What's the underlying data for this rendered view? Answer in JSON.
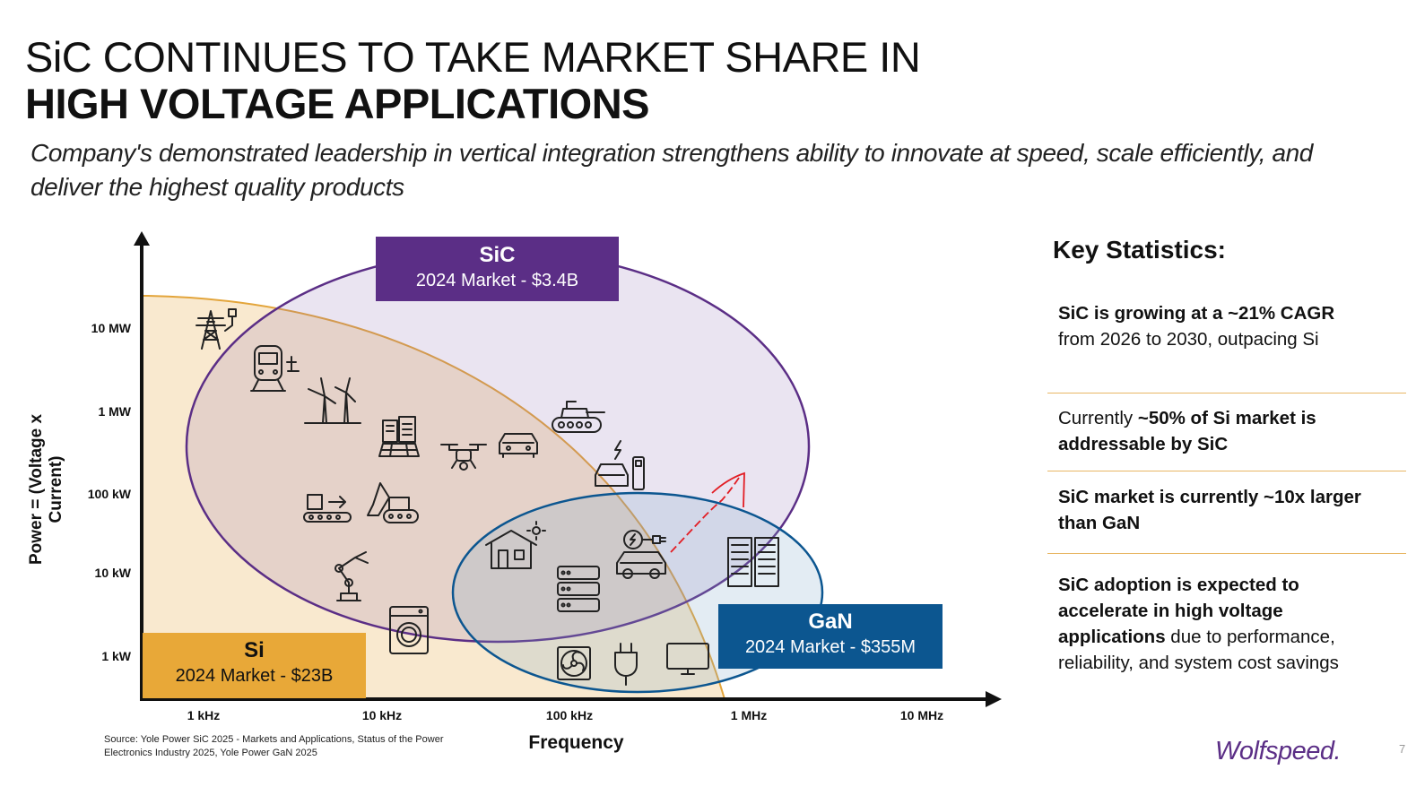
{
  "title": {
    "line1": "SiC CONTINUES TO TAKE MARKET SHARE IN",
    "line2": "HIGH VOLTAGE APPLICATIONS"
  },
  "subtitle": "Company's demonstrated leadership in vertical integration strengthens ability to innovate at speed, scale efficiently, and deliver the highest quality products",
  "diagram": {
    "y_axis": {
      "label": "Power = (Voltage x Current)",
      "ticks": [
        "10 MW",
        "1 MW",
        "100 kW",
        "10 kW",
        "1 kW"
      ]
    },
    "x_axis": {
      "label": "Frequency",
      "ticks": [
        "1 kHz",
        "10 kHz",
        "100 kHz",
        "1 MHz",
        "10 MHz"
      ]
    },
    "regions": {
      "sic": {
        "name": "SiC",
        "market": "2024 Market - $3.4B",
        "color": "#5b2e86"
      },
      "si": {
        "name": "Si",
        "market": "2024 Market - $23B",
        "color": "#e8a838"
      },
      "gan": {
        "name": "GaN",
        "market": "2024 Market - $355M",
        "color": "#0c5690"
      }
    },
    "icons": [
      "power-grid-icon",
      "train-icon",
      "wind-turbine-icon",
      "solar-building-icon",
      "drone-icon",
      "car-icon",
      "tank-icon",
      "ev-charger-car-icon",
      "conveyor-icon",
      "excavator-icon",
      "robot-arm-icon",
      "washing-machine-icon",
      "house-solar-icon",
      "server-rack-icon",
      "ev-plug-car-icon",
      "datacenter-icon",
      "fan-icon",
      "plug-icon",
      "tv-icon"
    ],
    "arrow_color": "#e21d24"
  },
  "source": "Source: Yole Power SiC 2025 - Markets and Applications, Status of the Power Electronics Industry 2025, Yole Power GaN 2025",
  "stats": {
    "title": "Key Statistics:",
    "s1_bold": "SiC is growing at a ~21% CAGR",
    "s1_rest": "from 2026 to 2030, outpacing Si",
    "s2_pre": "Currently ",
    "s2_bold": "~50% of Si market is addressable by SiC",
    "s3_bold": "SiC market is currently ~10x larger than GaN",
    "s4_bold": "SiC adoption is expected to accelerate in high voltage applications",
    "s4_rest": " due to performance, reliability, and system cost savings"
  },
  "logo": "Wolfspeed.",
  "page_number": "7"
}
